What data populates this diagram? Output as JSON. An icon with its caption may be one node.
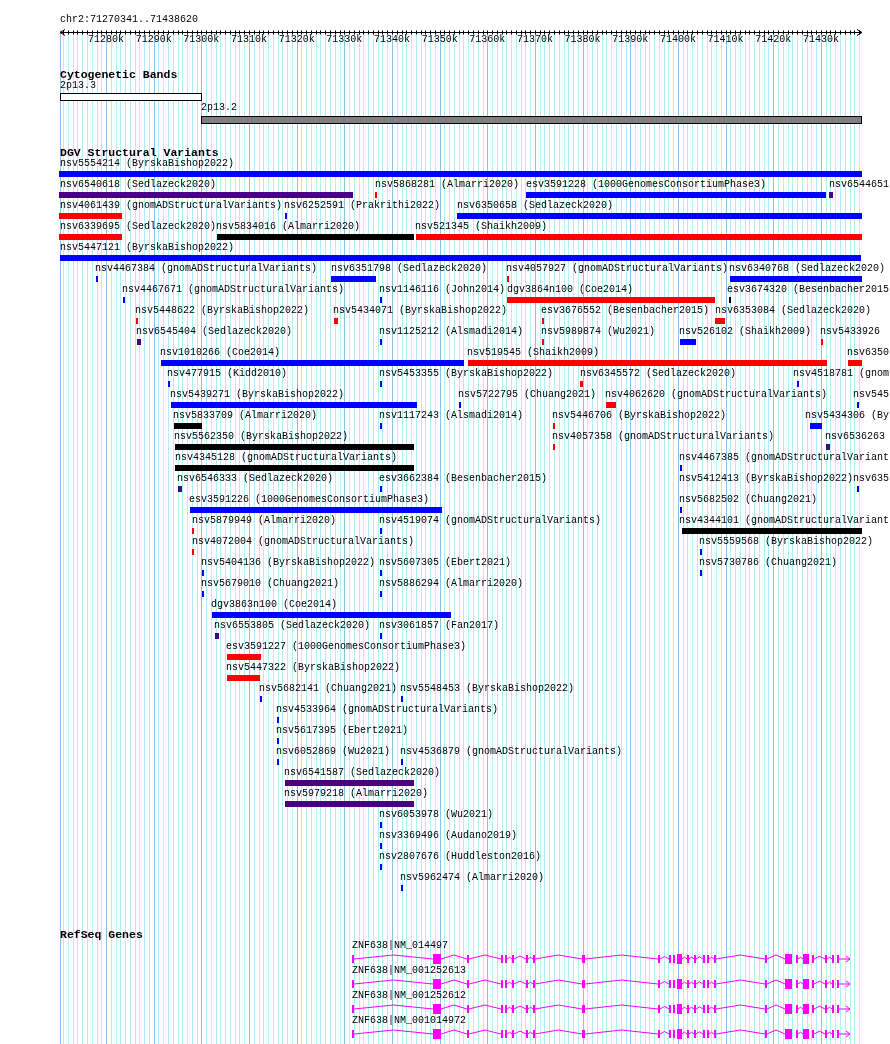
{
  "diagram": {
    "labels": [
      "chr2:71270341..71438620",
      "71280k",
      "71290k",
      "71300k",
      "71310k",
      "71320k",
      "71330k",
      "71340k",
      "71350k",
      "71360k",
      "71370k",
      "71380k",
      "71390k",
      "71400k",
      "71410k",
      "71420k",
      "71430k",
      "Cytogenetic Bands",
      "2p13.3",
      "2p13.2",
      "DGV Structural Variants",
      "nsv5554214 (ByrskaBishop2022)",
      "nsv6540618 (Sedlazeck2020)",
      "nsv5868281 (Almarri2020)",
      "esv3591228 (1000GenomesConsortiumPhase3)",
      "nsv6544651",
      "nsv4061439 (gnomADStructuralVariants)",
      "nsv6252591 (Prakrithi2022)",
      "nsv6350658 (Sedlazeck2020)",
      "nsv6339695 (Sedlazeck2020)",
      "nsv5834016 (Almarri2020)",
      "nsv521345 (Shaikh2009)",
      "nsv5447121 (ByrskaBishop2022)",
      "nsv4467384 (gnomADStructuralVariants)",
      "nsv6351798 (Sedlazeck2020)",
      "nsv4057927 (gnomADStructuralVariants)",
      "nsv6340768 (Sedlazeck2020)",
      "nsv4467671 (gnomADStructuralVariants)",
      "nsv1146116 (John2014)",
      "dgv3864n100 (Coe2014)",
      "esv3674320 (Besenbacher2015",
      "nsv5448622 (ByrskaBishop2022)",
      "nsv5434071 (ByrskaBishop2022)",
      "esv3676552 (Besenbacher2015)",
      "nsv6353084 (Sedlazeck2020)",
      "nsv6545404 (Sedlazeck2020)",
      "nsv1125212 (Alsmadi2014)",
      "nsv5989874 (Wu2021)",
      "nsv526102 (Shaikh2009)",
      "nsv5433926",
      "nsv1010266 (Coe2014)",
      "nsv519545 (Shaikh2009)",
      "nsv6350",
      "nsv477915 (Kidd2010)",
      "nsv5453355 (ByrskaBishop2022)",
      "nsv6345572 (Sedlazeck2020)",
      "nsv4518781 (gnom",
      "nsv5439271 (ByrskaBishop2022)",
      "nsv5722795 (Chuang2021)",
      "nsv4062620 (gnomADStructuralVariants)",
      "nsv545",
      "nsv5833709 (Almarri2020)",
      "nsv1117243 (Alsmadi2014)",
      "nsv5446706 (ByrskaBishop2022)",
      "nsv5434306 (By",
      "nsv5562350 (ByrskaBishop2022)",
      "nsv4057358 (gnomADStructuralVariants)",
      "nsv6536263",
      "nsv4345128 (gnomADStructuralVariants)",
      "nsv4467385 (gnomADStructuralVariant",
      "nsv6546333 (Sedlazeck2020)",
      "esv3662384 (Besenbacher2015)",
      "nsv5412413 (ByrskaBishop2022)",
      "nsv635",
      "esv3591226 (1000GenomesConsortiumPhase3)",
      "nsv5682502 (Chuang2021)",
      "nsv5879949 (Almarri2020)",
      "nsv4519074 (gnomADStructuralVariants)",
      "nsv4344101 (gnomADStructuralVariant",
      "nsv4072004 (gnomADStructuralVariants)",
      "nsv5559568 (ByrskaBishop2022)",
      "nsv5404136 (ByrskaBishop2022)",
      "nsv5607305 (Ebert2021)",
      "nsv5730786 (Chuang2021)",
      "nsv5679010 (Chuang2021)",
      "nsv5886294 (Almarri2020)",
      "dgv3863n100 (Coe2014)",
      "nsv6553805 (Sedlazeck2020)",
      "nsv3061857 (Fan2017)",
      "esv3591227 (1000GenomesConsortiumPhase3)",
      "nsv5447322 (ByrskaBishop2022)",
      "nsv5682141 (Chuang2021)",
      "nsv5548453 (ByrskaBishop2022)",
      "nsv4533964 (gnomADStructuralVariants)",
      "nsv5617395 (Ebert2021)",
      "nsv6052869 (Wu2021)",
      "nsv4536879 (gnomADStructuralVariants)",
      "nsv6541587 (Sedlazeck2020)",
      "nsv5979218 (Almarri2020)",
      "nsv6053978 (Wu2021)",
      "nsv3369496 (Audano2019)",
      "nsv2807676 (Huddleston2016)",
      "nsv5962474 (Almarri2020)",
      "RefSeq Genes",
      "ZNF638|NM_014497",
      "ZNF638|NM_001252613",
      "ZNF638|NM_001252612",
      "ZNF638|NM_001014972"
    ]
  }
}
